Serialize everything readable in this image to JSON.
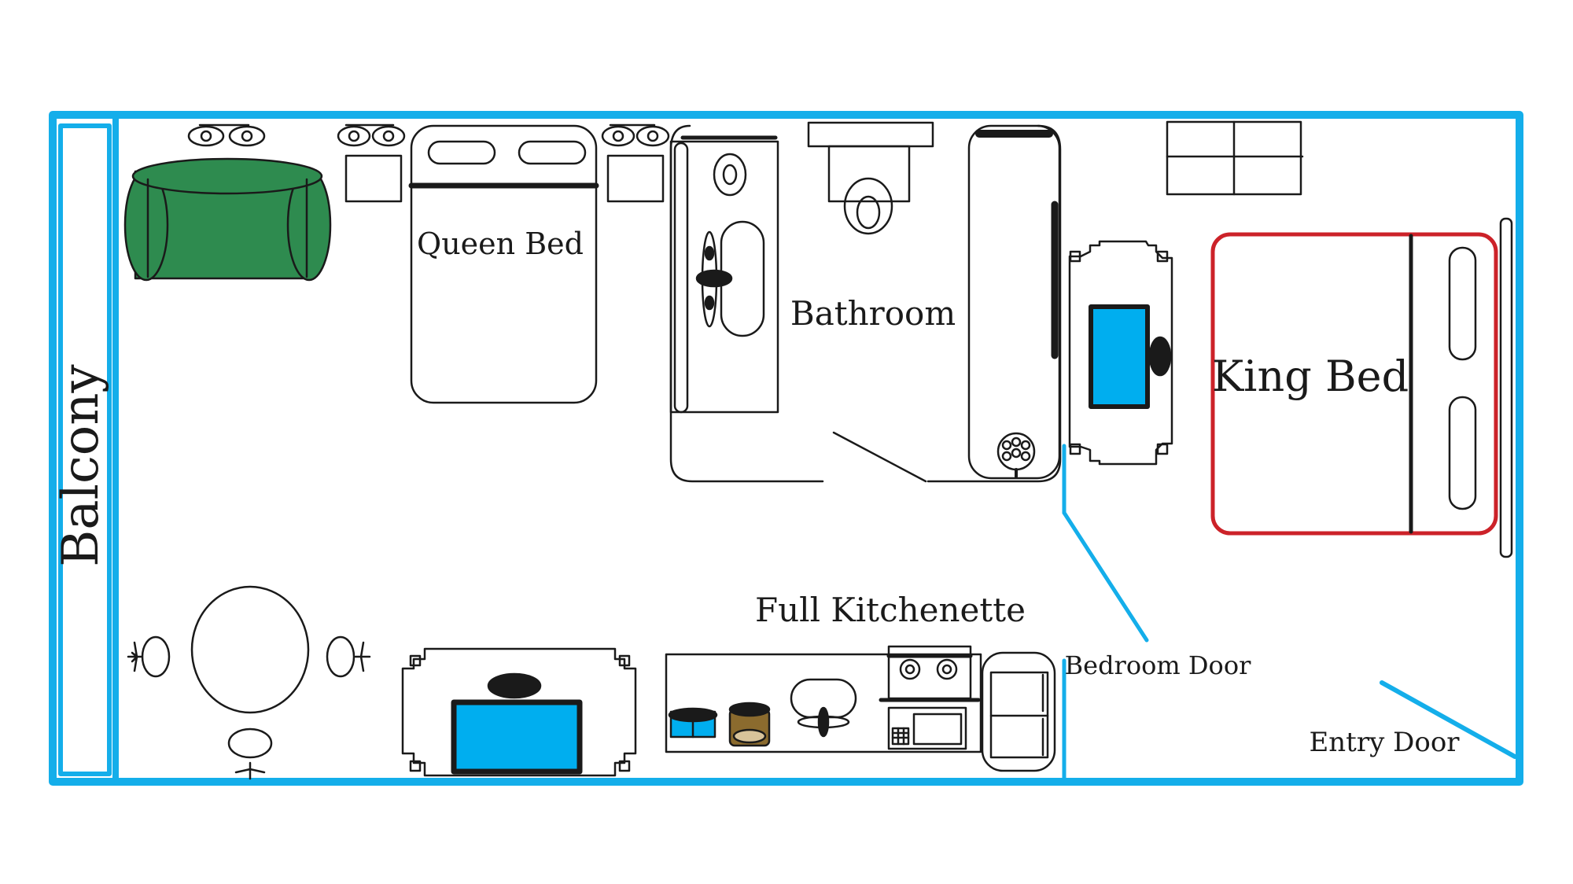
{
  "labels": {
    "balcony": "Balcony",
    "queen_bed": "Queen Bed",
    "bathroom": "Bathroom",
    "king_bed": "King Bed",
    "kitchenette": "Full Kitchenette",
    "bedroom_door": "Bedroom Door",
    "entry_door": "Entry Door"
  },
  "colors": {
    "wall": "#14aeea",
    "screen": "#00aeef",
    "sofa": "#2e8b4f",
    "king_outline": "#cc2229",
    "coffee": "#8b6b2e",
    "line": "#1a1a1a"
  }
}
